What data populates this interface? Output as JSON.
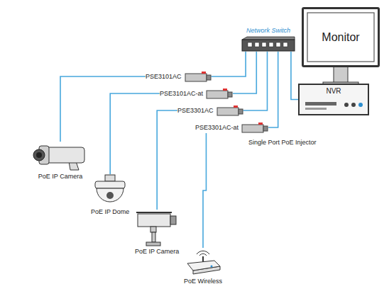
{
  "diagram": {
    "nodes": [
      {
        "text": [
          "Monitor"
        ]
      },
      {
        "text": [
          "NVR"
        ]
      },
      {
        "text": [
          "Network Switch"
        ]
      },
      {
        "text": [
          "PSE3101AC"
        ]
      },
      {
        "text": [
          "PSE3101AC-at"
        ]
      },
      {
        "text": [
          "PSE3301AC"
        ]
      },
      {
        "text": [
          "PSE3301AC-at"
        ]
      },
      {
        "text": [
          "PoE IP Camera"
        ]
      },
      {
        "text": [
          "PoE IP Dome"
        ]
      },
      {
        "text": [
          "PoE IP Camera"
        ]
      },
      {
        "text": [
          "PoE Wireless"
        ]
      }
    ],
    "edges": [
      {
        "from": 2,
        "to": 1,
        "arrow": "none"
      },
      {
        "from": 2,
        "to": 3,
        "arrow": "none"
      },
      {
        "from": 2,
        "to": 4,
        "arrow": "none"
      },
      {
        "from": 2,
        "to": 5,
        "arrow": "none"
      },
      {
        "from": 2,
        "to": 6,
        "arrow": "none"
      },
      {
        "from": 3,
        "to": 7,
        "arrow": "none"
      },
      {
        "from": 4,
        "to": 8,
        "arrow": "none"
      },
      {
        "from": 5,
        "to": 9,
        "arrow": "none"
      },
      {
        "from": 6,
        "to": 10,
        "arrow": "none"
      }
    ],
    "labels": [
      "Single Port PoE Injector"
    ]
  }
}
